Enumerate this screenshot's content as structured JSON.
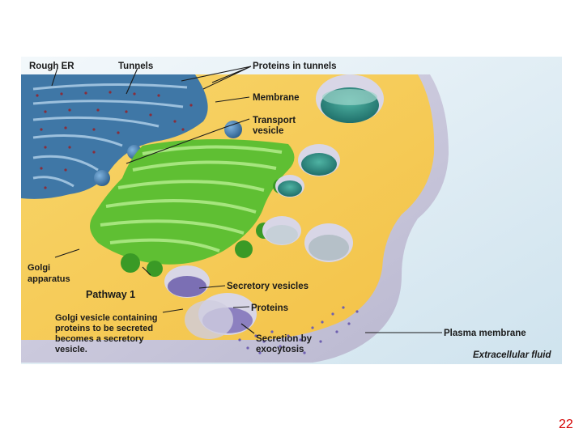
{
  "labels": {
    "rough_er": "Rough ER",
    "tunnels": "Tunnels",
    "proteins_in_tunnels": "Proteins in tunnels",
    "membrane": "Membrane",
    "transport_vesicle_1": "Transport",
    "transport_vesicle_2": "vesicle",
    "golgi_1": "Golgi",
    "golgi_2": "apparatus",
    "pathway": "Pathway 1",
    "secretory_vesicles": "Secretory vesicles",
    "proteins": "Proteins",
    "golgi_vesicle_1": "Golgi vesicle containing",
    "golgi_vesicle_2": "proteins to be secreted",
    "golgi_vesicle_3": "becomes a secretory",
    "golgi_vesicle_4": "vesicle.",
    "secretion_1": "Secretion by",
    "secretion_2": "exocytosis",
    "plasma_membrane": "Plasma membrane",
    "extracellular_fluid": "Extracellular fluid"
  },
  "slide_number": "22",
  "colors": {
    "cytoplasm": "#f6cc5a",
    "rough_er": "#3f77a6",
    "golgi": "#6cc93a",
    "vesicle_interior": "#2f8f86",
    "plasma_membrane": "#c9c7dc",
    "extracellular_fluid": "#e8f2f7",
    "slide_number": "#d40000"
  }
}
